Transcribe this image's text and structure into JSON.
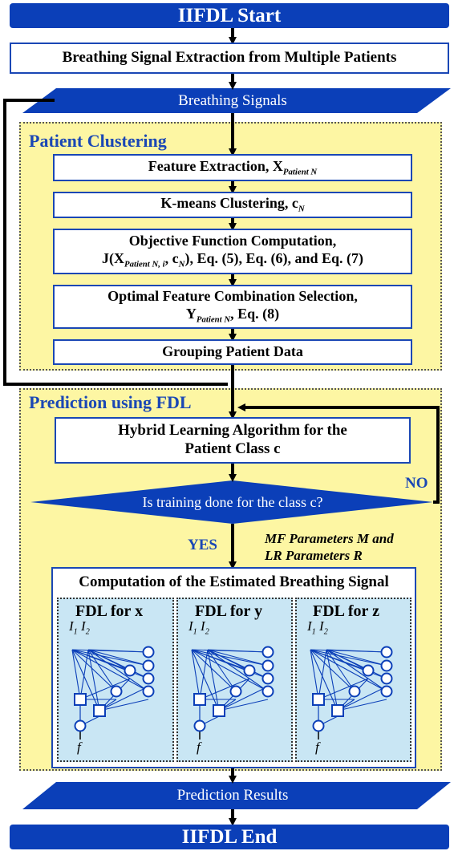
{
  "start": {
    "label": "IIFDL Start"
  },
  "extraction": {
    "label": "Breathing Signal Extraction from Multiple Patients"
  },
  "breathing_signals": {
    "label": "Breathing Signals"
  },
  "clustering": {
    "title": "Patient Clustering",
    "feature_extraction": {
      "text": "Feature Extraction, X",
      "sub": "Patient N"
    },
    "kmeans": {
      "text": "K-means Clustering, c",
      "sub": "N"
    },
    "objective": {
      "line1": "Objective Function Computation,",
      "part_a": "J(X",
      "sub_a": "Patient N, i",
      "part_b": ", c",
      "sub_b": "N",
      "part_c": "), Eq. (5), Eq. (6), and Eq. (7)"
    },
    "optimal": {
      "line1": "Optimal Feature Combination Selection,",
      "part_a": "Y",
      "sub_a": "Patient N",
      "part_b": ", Eq. (8)"
    },
    "grouping": {
      "label": "Grouping Patient Data"
    }
  },
  "prediction": {
    "title": "Prediction using FDL",
    "hybrid": {
      "line1": "Hybrid Learning Algorithm for the",
      "line2": "Patient Class c"
    },
    "decision": {
      "label": "Is training done for the class c?"
    },
    "no_label": "NO",
    "yes_label": "YES",
    "params": {
      "line1": "MF Parameters M and",
      "line2": "LR Parameters R"
    },
    "computation": {
      "title": "Computation of the Estimated Breathing Signal",
      "panels": [
        {
          "title": "FDL for x",
          "in1": "I",
          "in1_sub": "1",
          "in2": "I",
          "in2_sub": "2",
          "out": "f"
        },
        {
          "title": "FDL for y",
          "in1": "I",
          "in1_sub": "1",
          "in2": "I",
          "in2_sub": "2",
          "out": "f"
        },
        {
          "title": "FDL for z",
          "in1": "I",
          "in1_sub": "1",
          "in2": "I",
          "in2_sub": "2",
          "out": "f"
        }
      ]
    }
  },
  "prediction_results": {
    "label": "Prediction Results"
  },
  "end": {
    "label": "IIFDL End"
  },
  "colors": {
    "primary_blue": "#0b3fb8",
    "region_yellow": "#fdf6a3",
    "panel_blue": "#c9e6f4"
  }
}
